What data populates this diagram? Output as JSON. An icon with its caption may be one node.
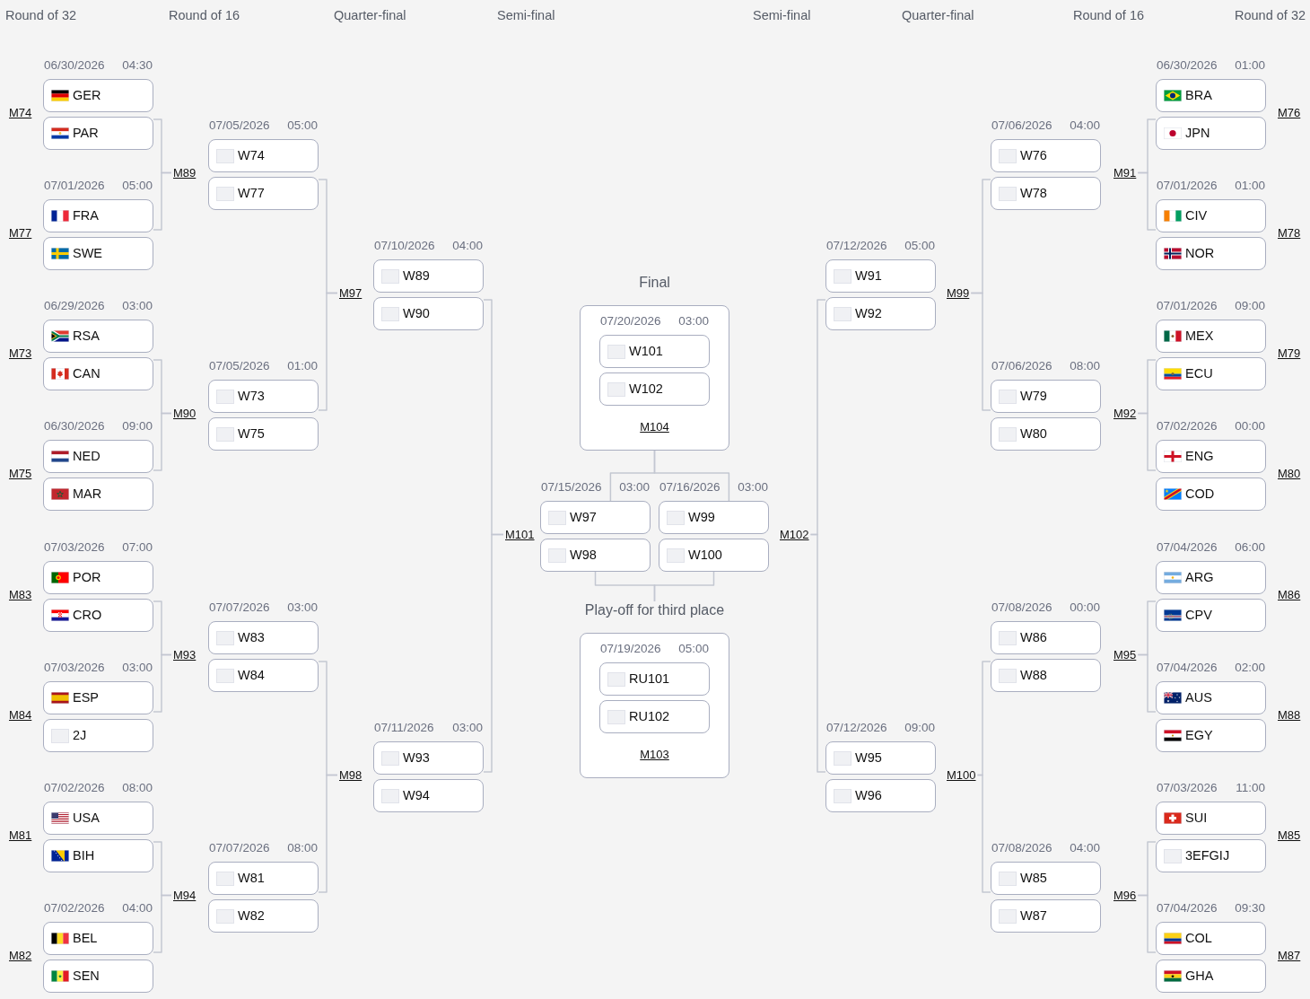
{
  "diagram": {
    "nodes": [
      {
        "text": [
          "GER"
        ],
        "beside": [
          "06/30/2026",
          "04:30"
        ]
      },
      {
        "text": [
          "PAR"
        ]
      },
      {
        "text": [
          "FRA"
        ],
        "beside": [
          "07/01/2026",
          "05:00"
        ]
      },
      {
        "text": [
          "SWE"
        ]
      },
      {
        "text": [
          "RSA"
        ],
        "beside": [
          "06/29/2026",
          "03:00"
        ]
      },
      {
        "text": [
          "CAN"
        ]
      },
      {
        "text": [
          "NED"
        ],
        "beside": [
          "06/30/2026",
          "09:00"
        ]
      },
      {
        "text": [
          "MAR"
        ]
      },
      {
        "text": [
          "POR"
        ],
        "beside": [
          "07/03/2026",
          "07:00"
        ]
      },
      {
        "text": [
          "CRO"
        ]
      },
      {
        "text": [
          "ESP"
        ],
        "beside": [
          "07/03/2026",
          "03:00"
        ]
      },
      {
        "text": [
          "2J"
        ]
      },
      {
        "text": [
          "USA"
        ],
        "beside": [
          "07/02/2026",
          "08:00"
        ]
      },
      {
        "text": [
          "BIH"
        ]
      },
      {
        "text": [
          "BEL"
        ],
        "beside": [
          "07/02/2026",
          "04:00"
        ]
      },
      {
        "text": [
          "SEN"
        ]
      },
      {
        "text": [
          "M89"
        ]
      },
      {
        "text": [
          "M90"
        ]
      },
      {
        "text": [
          "M93"
        ]
      },
      {
        "text": [
          "M94"
        ]
      },
      {
        "text": [
          "W74"
        ],
        "beside": [
          "07/05/2026",
          "05:00"
        ]
      },
      {
        "text": [
          "W77"
        ]
      },
      {
        "text": [
          "W73"
        ],
        "beside": [
          "07/05/2026",
          "01:00"
        ]
      },
      {
        "text": [
          "W75"
        ]
      },
      {
        "text": [
          "W83"
        ],
        "beside": [
          "07/07/2026",
          "03:00"
        ]
      },
      {
        "text": [
          "W84"
        ]
      },
      {
        "text": [
          "W81"
        ],
        "beside": [
          "07/07/2026",
          "08:00"
        ]
      },
      {
        "text": [
          "W82"
        ]
      },
      {
        "text": [
          "M97"
        ]
      },
      {
        "text": [
          "M98"
        ]
      },
      {
        "text": [
          "W89"
        ],
        "beside": [
          "07/10/2026",
          "04:00"
        ]
      },
      {
        "text": [
          "W90"
        ]
      },
      {
        "text": [
          "W93"
        ],
        "beside": [
          "07/11/2026",
          "03:00"
        ]
      },
      {
        "text": [
          "W94"
        ]
      },
      {
        "text": [
          "M101"
        ]
      },
      {
        "text": [
          "Final",
          "M104"
        ]
      },
      {
        "text": [
          "W101"
        ],
        "in": 35,
        "beside": [
          "07/20/2026",
          "03:00"
        ]
      },
      {
        "text": [
          "W102"
        ],
        "in": 35
      },
      {
        "text": [
          "W97"
        ],
        "beside": [
          "07/15/2026",
          "03:00"
        ]
      },
      {
        "text": [
          "W98"
        ]
      },
      {
        "text": [
          "W99"
        ],
        "beside": [
          "07/16/2026",
          "03:00"
        ]
      },
      {
        "text": [
          "W100"
        ]
      },
      {
        "text": [
          "Play-off for third place",
          "M103"
        ]
      },
      {
        "text": [
          "RU101"
        ],
        "in": 42,
        "beside": [
          "07/19/2026",
          "05:00"
        ]
      },
      {
        "text": [
          "RU102"
        ],
        "in": 42
      },
      {
        "text": [
          "M102"
        ]
      },
      {
        "text": [
          "W91"
        ],
        "beside": [
          "07/12/2026",
          "05:00"
        ]
      },
      {
        "text": [
          "W92"
        ]
      },
      {
        "text": [
          "W95"
        ],
        "beside": [
          "07/12/2026",
          "09:00"
        ]
      },
      {
        "text": [
          "W96"
        ]
      },
      {
        "text": [
          "M99"
        ]
      },
      {
        "text": [
          "M100"
        ]
      },
      {
        "text": [
          "W76"
        ],
        "beside": [
          "07/06/2026",
          "04:00"
        ]
      },
      {
        "text": [
          "W78"
        ]
      },
      {
        "text": [
          "W79"
        ],
        "beside": [
          "07/06/2026",
          "08:00"
        ]
      },
      {
        "text": [
          "W80"
        ]
      },
      {
        "text": [
          "W86"
        ],
        "beside": [
          "07/08/2026",
          "00:00"
        ]
      },
      {
        "text": [
          "W88"
        ]
      },
      {
        "text": [
          "W85"
        ],
        "beside": [
          "07/08/2026",
          "04:00"
        ]
      },
      {
        "text": [
          "W87"
        ]
      },
      {
        "text": [
          "M91"
        ]
      },
      {
        "text": [
          "M92"
        ]
      },
      {
        "text": [
          "M95"
        ]
      },
      {
        "text": [
          "M96"
        ]
      },
      {
        "text": [
          "BRA"
        ],
        "beside": [
          "06/30/2026",
          "01:00"
        ]
      },
      {
        "text": [
          "JPN"
        ]
      },
      {
        "text": [
          "CIV"
        ],
        "beside": [
          "07/01/2026",
          "01:00"
        ]
      },
      {
        "text": [
          "NOR"
        ]
      },
      {
        "text": [
          "MEX"
        ],
        "beside": [
          "07/01/2026",
          "09:00"
        ]
      },
      {
        "text": [
          "ECU"
        ]
      },
      {
        "text": [
          "ENG"
        ],
        "beside": [
          "07/02/2026",
          "00:00"
        ]
      },
      {
        "text": [
          "COD"
        ]
      },
      {
        "text": [
          "ARG"
        ],
        "beside": [
          "07/04/2026",
          "06:00"
        ]
      },
      {
        "text": [
          "CPV"
        ]
      },
      {
        "text": [
          "AUS"
        ],
        "beside": [
          "07/04/2026",
          "02:00"
        ]
      },
      {
        "text": [
          "EGY"
        ]
      },
      {
        "text": [
          "SUI"
        ],
        "beside": [
          "07/03/2026",
          "11:00"
        ]
      },
      {
        "text": [
          "3EFGIJ"
        ]
      },
      {
        "text": [
          "COL"
        ],
        "beside": [
          "07/04/2026",
          "09:30"
        ]
      },
      {
        "text": [
          "GHA"
        ]
      }
    ],
    "edges": [
      {
        "from": 1,
        "to": 16,
        "arrow": "none"
      },
      {
        "from": 2,
        "to": 16,
        "arrow": "none"
      },
      {
        "from": 5,
        "to": 17,
        "arrow": "none"
      },
      {
        "from": 6,
        "to": 17,
        "arrow": "none"
      },
      {
        "from": 9,
        "to": 18,
        "arrow": "none"
      },
      {
        "from": 10,
        "to": 18,
        "arrow": "none"
      },
      {
        "from": 13,
        "to": 19,
        "arrow": "none"
      },
      {
        "from": 14,
        "to": 19,
        "arrow": "none"
      },
      {
        "from": 21,
        "to": 28,
        "arrow": "none"
      },
      {
        "from": 22,
        "to": 28,
        "arrow": "none"
      },
      {
        "from": 25,
        "to": 29,
        "arrow": "none"
      },
      {
        "from": 26,
        "to": 29,
        "arrow": "none"
      },
      {
        "from": 31,
        "to": 34,
        "arrow": "none"
      },
      {
        "from": 32,
        "to": 34,
        "arrow": "none"
      },
      {
        "from": 38,
        "to": 35,
        "arrow": "none"
      },
      {
        "from": 40,
        "to": 35,
        "arrow": "none"
      },
      {
        "from": 39,
        "to": 42,
        "arrow": "none"
      },
      {
        "from": 41,
        "to": 42,
        "arrow": "none"
      },
      {
        "from": 47,
        "to": 45,
        "arrow": "none"
      },
      {
        "from": 48,
        "to": 45,
        "arrow": "none"
      },
      {
        "from": 53,
        "to": 50,
        "arrow": "none"
      },
      {
        "from": 54,
        "to": 50,
        "arrow": "none"
      },
      {
        "from": 57,
        "to": 51,
        "arrow": "none"
      },
      {
        "from": 58,
        "to": 51,
        "arrow": "none"
      },
      {
        "from": 65,
        "to": 60,
        "arrow": "none"
      },
      {
        "from": 66,
        "to": 60,
        "arrow": "none"
      },
      {
        "from": 69,
        "to": 61,
        "arrow": "none"
      },
      {
        "from": 70,
        "to": 61,
        "arrow": "none"
      },
      {
        "from": 73,
        "to": 62,
        "arrow": "none"
      },
      {
        "from": 74,
        "to": 62,
        "arrow": "none"
      },
      {
        "from": 77,
        "to": 63,
        "arrow": "none"
      },
      {
        "from": 78,
        "to": 63,
        "arrow": "none"
      }
    ],
    "labels": [
      "Round of 32",
      "Round of 16",
      "Quarter-final",
      "Semi-final",
      "Semi-final",
      "Quarter-final",
      "Round of 16",
      "Round of 32",
      "M74",
      "M76",
      "M77",
      "M78",
      "M73",
      "M79",
      "M75",
      "M80",
      "M83",
      "M86",
      "M84",
      "M88",
      "M81",
      "M85",
      "M82",
      "M87"
    ]
  }
}
